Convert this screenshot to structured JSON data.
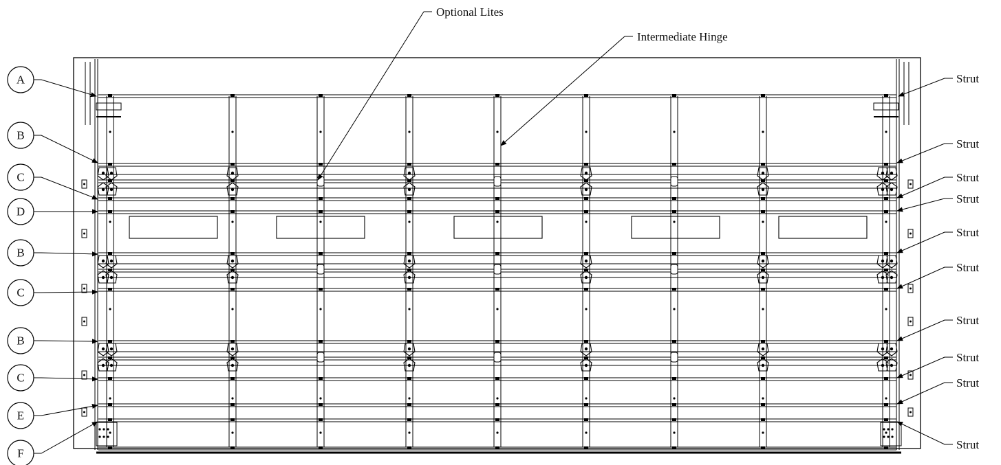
{
  "callouts_left": [
    {
      "letter": "A"
    },
    {
      "letter": "B"
    },
    {
      "letter": "C"
    },
    {
      "letter": "D"
    },
    {
      "letter": "B"
    },
    {
      "letter": "C"
    },
    {
      "letter": "B"
    },
    {
      "letter": "C"
    },
    {
      "letter": "E"
    },
    {
      "letter": "F"
    }
  ],
  "callouts_right": [
    {
      "text": "Strut"
    },
    {
      "text": "Strut"
    },
    {
      "text": "Strut"
    },
    {
      "text": "Strut"
    },
    {
      "text": "Strut"
    },
    {
      "text": "Strut"
    },
    {
      "text": "Strut"
    },
    {
      "text": "Strut"
    },
    {
      "text": "Strut"
    },
    {
      "text": "Strut"
    }
  ],
  "callouts_top": [
    {
      "text": "Optional Lites"
    },
    {
      "text": "Intermediate Hinge"
    }
  ]
}
